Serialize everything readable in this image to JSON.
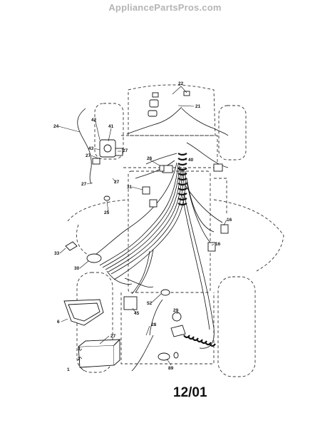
{
  "watermark": "AppliancePartsPros.com",
  "footer_code": "12/01",
  "callouts": {
    "c22": "22",
    "c21": "21",
    "c24": "24",
    "c42": "42",
    "c41": "41",
    "c43": "43",
    "c27a": "27",
    "c27b": "27",
    "c27c": "27",
    "c27d": "27",
    "c27e": "27",
    "c26": "26",
    "c40": "40",
    "c31": "31",
    "c25": "25",
    "c16a": "16",
    "c16b": "16",
    "c33": "33",
    "c30": "30",
    "c52": "52",
    "c45": "45",
    "c29": "29",
    "c6": "6",
    "c28": "28",
    "c1": "1",
    "c2": "2",
    "c3": "3",
    "c89": "89"
  }
}
